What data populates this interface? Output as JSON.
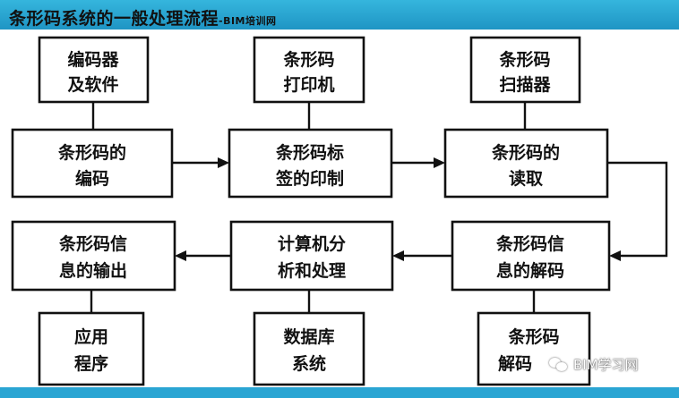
{
  "header": {
    "title": "条形码系统的一般处理流程",
    "subtitle": "-BIM培训网"
  },
  "boxes": {
    "encoder_software": {
      "line1": "编码器",
      "line2": "及软件"
    },
    "printer": {
      "line1": "条形码",
      "line2": "打印机"
    },
    "scanner": {
      "line1": "条形码",
      "line2": "扫描器"
    },
    "encoding": {
      "line1": "条形码的",
      "line2": "编码"
    },
    "label_printing": {
      "line1": "条形码标",
      "line2": "签的印制"
    },
    "reading": {
      "line1": "条形码的",
      "line2": "读取"
    },
    "info_output": {
      "line1": "条形码信",
      "line2": "息的输出"
    },
    "analysis": {
      "line1": "计算机分",
      "line2": "析和处理"
    },
    "decoding": {
      "line1": "条形码信",
      "line2": "息的解码"
    },
    "application": {
      "line1": "应用",
      "line2": "程序"
    },
    "database": {
      "line1": "数据库",
      "line2": "系统"
    },
    "decoder": {
      "line1": "条形码",
      "line2": "解码"
    }
  },
  "watermark": {
    "text": "BIM学习网",
    "icon": "wechat-icon"
  },
  "colors": {
    "header": "#2aa5d3",
    "stroke": "#111111"
  }
}
